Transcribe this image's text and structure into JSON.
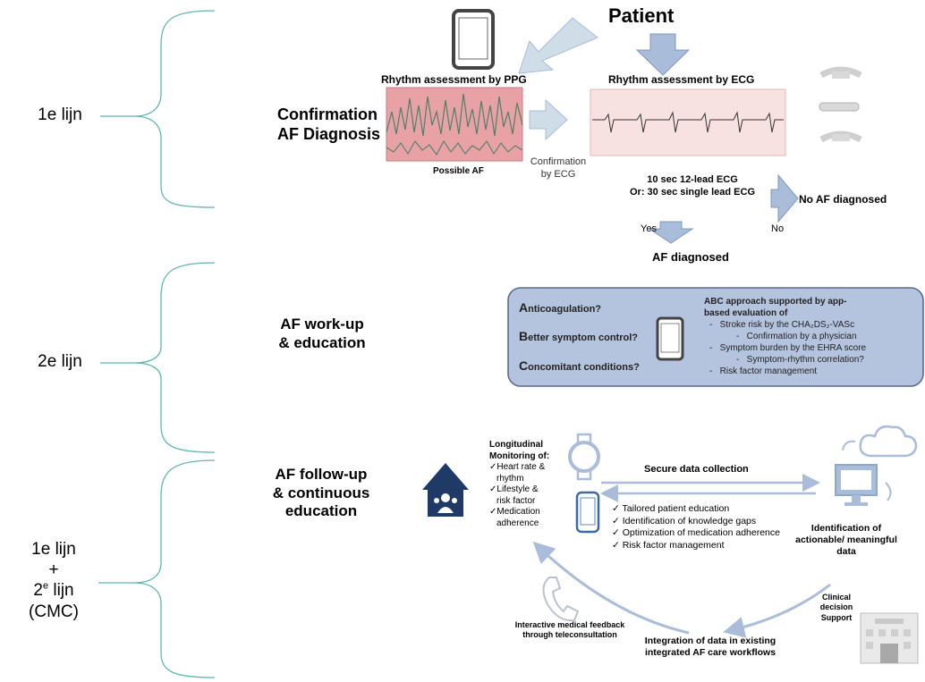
{
  "left_labels": {
    "lijn1": "1e lijn",
    "lijn2": "2e lijn",
    "combo_line1": "1e lijn",
    "combo_plus": "+",
    "combo_line3_main": "2",
    "combo_line3_sup": "e",
    "combo_line3_rest": " lijn",
    "combo_line4": "(CMC)"
  },
  "sections": {
    "confirmation_line1": "Confirmation",
    "confirmation_line2": "AF Diagnosis",
    "workup_line1": "AF work-up",
    "workup_line2": "& education",
    "followup_line1": "AF follow-up",
    "followup_line2": "& continuous",
    "followup_line3": "education"
  },
  "diagnosis": {
    "patient": "Patient",
    "ppg_title": "Rhythm assessment by PPG",
    "ecg_title": "Rhythm assessment by ECG",
    "possible_af": "Possible AF",
    "confirmation_by_ecg_1": "Confirmation",
    "confirmation_by_ecg_2": "by ECG",
    "ecg_option_1": "10 sec 12-lead ECG",
    "ecg_option_2": "Or: 30 sec single lead ECG",
    "no_af": "No AF diagnosed",
    "yes": "Yes",
    "no": "No",
    "af_diagnosed": "AF diagnosed"
  },
  "abc_box": {
    "a_initial": "A",
    "a_rest": "nticoagulation?",
    "b_initial": "B",
    "b_rest": "etter symptom control?",
    "c_initial": "C",
    "c_rest": "oncomitant conditions?",
    "right_title_1": "ABC approach supported by app-",
    "right_title_2": "based evaluation of",
    "items": [
      "Stroke risk by the CHA₂DS₂-VASc",
      "Confirmation by a physician",
      "Symptom burden by the EHRA score",
      "Symptom-rhythm correlation?",
      "Risk factor management"
    ]
  },
  "monitoring": {
    "title_1": "Longitudinal",
    "title_2": "Monitoring of:",
    "items": [
      "✓Heart rate &",
      "rhythm",
      "✓Lifestyle &",
      "risk factor",
      "✓Medication",
      "adherence"
    ],
    "secure_data": "Secure data collection",
    "education_items": [
      "✓ Tailored patient education",
      "✓ Identification of knowledge gaps",
      "✓ Optimization of medication adherence",
      "✓ Risk factor management"
    ],
    "identification_1": "Identification of",
    "identification_2": "actionable/ meaningful",
    "identification_3": "data",
    "clinical_1": "Clinical decision",
    "clinical_2": "Support",
    "interactive_1": "Interactive medical feedback",
    "interactive_2": "through teleconsultation",
    "integration_1": "Integration of data in existing",
    "integration_2": "integrated AF care workflows"
  },
  "colors": {
    "bracket": "#5fb8b0",
    "arrow_fill": "#a9bcd9",
    "arrow_stroke": "#7f97bf",
    "box_fill": "#b4c3de",
    "box_stroke": "#5a6b8f",
    "ppg_bg": "#e8a2a6",
    "ecg_bg": "#f8e1e1",
    "house": "#1f3a66"
  }
}
